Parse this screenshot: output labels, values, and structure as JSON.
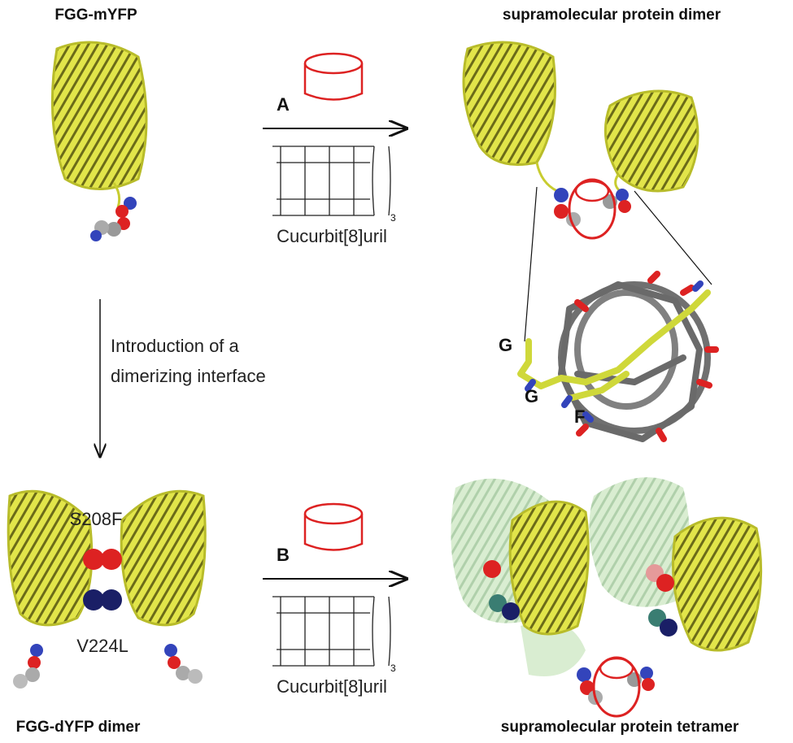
{
  "titles": {
    "top_left": "FGG-mYFP",
    "top_right": "supramolecular protein dimer",
    "bottom_left": "FGG-dYFP dimer",
    "bottom_right": "supramolecular protein tetramer"
  },
  "reaction_a": {
    "label": "A",
    "reagent": "Cucurbit[8]uril",
    "repeat_subscript": "3"
  },
  "reaction_b": {
    "label": "B",
    "reagent": "Cucurbit[8]uril",
    "repeat_subscript": "3"
  },
  "vertical_step": {
    "line1": "Introduction of a",
    "line2": "dimerizing interface"
  },
  "residues": {
    "g1": "G",
    "g2": "G",
    "f": "F"
  },
  "mutations": {
    "top": "S208F",
    "bottom": "V224L"
  },
  "colors": {
    "protein": "#d8dc3c",
    "cucurbituril": "#dd2222",
    "oxygen": "#dd2222",
    "nitrogen": "#3344bb",
    "carbon": "#777777",
    "ghost": "#b8dcb0"
  }
}
